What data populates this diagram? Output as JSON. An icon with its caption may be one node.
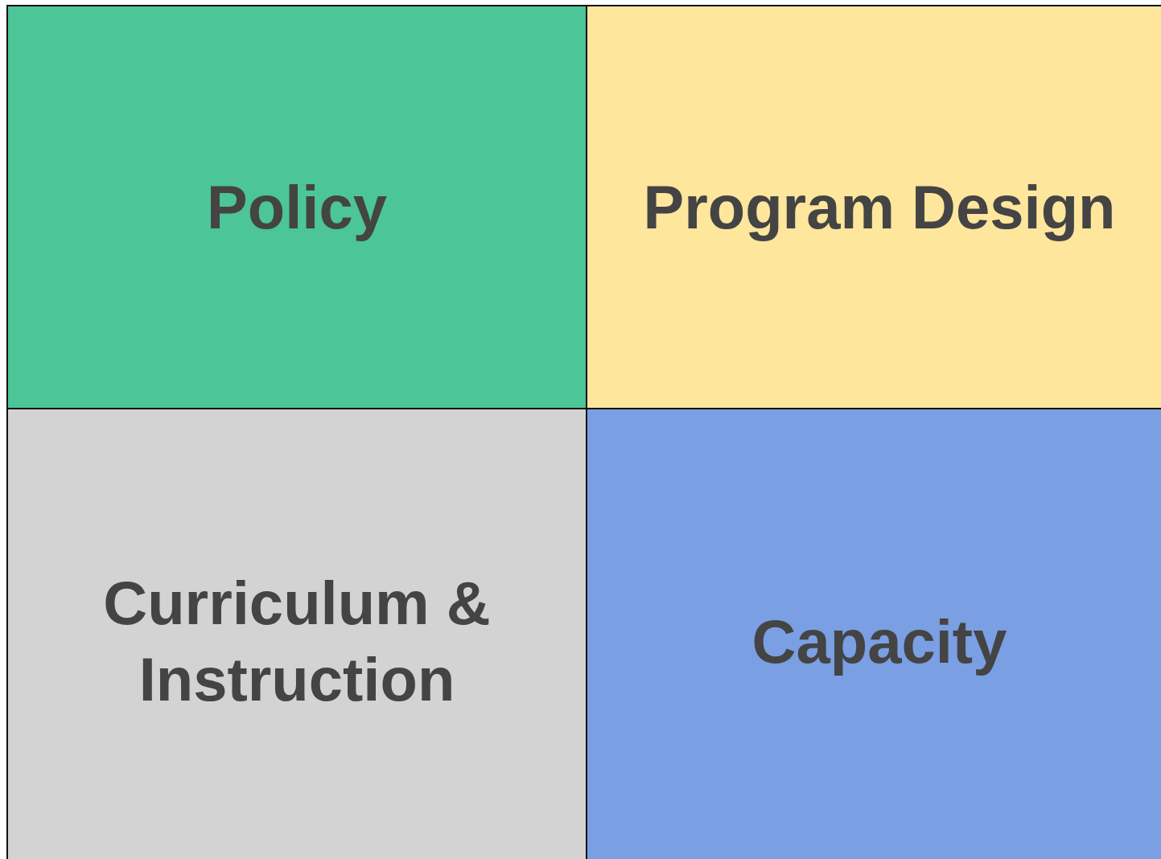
{
  "diagram": {
    "nodes": [
      {
        "text": [
          "Policy"
        ]
      },
      {
        "text": [
          "Program Design"
        ]
      },
      {
        "text": [
          "Curriculum & Instruction"
        ]
      },
      {
        "text": [
          "Capacity"
        ]
      }
    ]
  }
}
